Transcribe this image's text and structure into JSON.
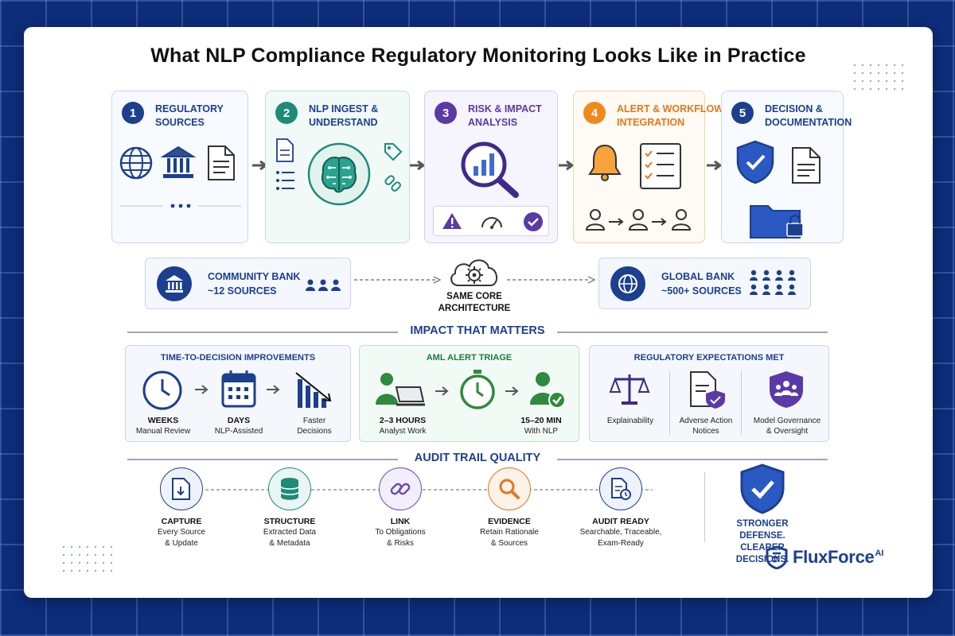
{
  "title": "What NLP Compliance Regulatory Monitoring Looks Like in Practice",
  "steps": [
    {
      "num": "1",
      "label": "Regulatory Sources",
      "color": "#1c3f8f"
    },
    {
      "num": "2",
      "label": "NLP Ingest & Understand",
      "color": "#1e8a7a"
    },
    {
      "num": "3",
      "label": "Risk & Impact Analysis",
      "color": "#5a3aa6"
    },
    {
      "num": "4",
      "label": "Alert & Workflow Integration",
      "color": "#f0891b"
    },
    {
      "num": "5",
      "label": "Decision & Documentation",
      "color": "#1c3f8f"
    }
  ],
  "banks": {
    "community": {
      "line1": "COMMUNITY BANK",
      "line2": "~12 SOURCES"
    },
    "center": {
      "line1": "SAME CORE",
      "line2": "ARCHITECTURE"
    },
    "global": {
      "line1": "GLOBAL BANK",
      "line2": "~500+ SOURCES"
    }
  },
  "impact": {
    "heading": "IMPACT THAT MATTERS",
    "time": {
      "heading": "Time-to-Decision Improvements",
      "items": [
        {
          "title": "WEEKS",
          "sub": "Manual Review"
        },
        {
          "title": "DAYS",
          "sub": "NLP-Assisted"
        },
        {
          "title": "Faster",
          "sub": "Decisions"
        }
      ]
    },
    "aml": {
      "heading": "AML Alert Triage",
      "items": [
        {
          "title": "2–3 HOURS",
          "sub": "Analyst Work"
        },
        {
          "title": "15–20 MIN",
          "sub": "With NLP"
        }
      ]
    },
    "reg": {
      "heading": "Regulatory Expectations Met",
      "items": [
        {
          "line1": "Explainability",
          "line2": ""
        },
        {
          "line1": "Adverse Action",
          "line2": "Notices"
        },
        {
          "line1": "Model Governance",
          "line2": "& Oversight"
        }
      ]
    }
  },
  "audit": {
    "heading": "AUDIT TRAIL QUALITY",
    "items": [
      {
        "title": "CAPTURE",
        "sub1": "Every Source",
        "sub2": "& Update",
        "color": "#1c3f8f",
        "bg": "#eef3fb"
      },
      {
        "title": "STRUCTURE",
        "sub1": "Extracted Data",
        "sub2": "& Metadata",
        "color": "#1e8a7a",
        "bg": "#eaf6f3"
      },
      {
        "title": "LINK",
        "sub1": "To Obligations",
        "sub2": "& Risks",
        "color": "#6a4ab0",
        "bg": "#f2eefb"
      },
      {
        "title": "EVIDENCE",
        "sub1": "Retain Rationale",
        "sub2": "& Sources",
        "color": "#e2771a",
        "bg": "#fdf2e7"
      },
      {
        "title": "AUDIT READY",
        "sub1": "Searchable, Traceable,",
        "sub2": "Exam-Ready",
        "color": "#1c3f8f",
        "bg": "#eef3fb"
      }
    ],
    "slogan1": "STRONGER DEFENSE.",
    "slogan2": "CLEARER DECISIONS."
  },
  "brand": {
    "name": "FluxForce",
    "suffix": "AI"
  },
  "icons": [
    "globe-icon",
    "bank-icon",
    "document-icon",
    "brain-icon",
    "tag-icon",
    "link-icon",
    "magnifier-chart-icon",
    "warning-icon",
    "gauge-icon",
    "check-circle-icon",
    "bell-icon",
    "checklist-icon",
    "person-icon",
    "shield-check-icon",
    "folder-lock-icon",
    "cloud-gear-icon",
    "clock-icon",
    "calendar-icon",
    "declining-chart-icon",
    "laptop-user-icon",
    "stopwatch-icon",
    "user-check-icon",
    "scales-icon",
    "shield-doc-icon",
    "group-shield-icon",
    "database-icon"
  ]
}
